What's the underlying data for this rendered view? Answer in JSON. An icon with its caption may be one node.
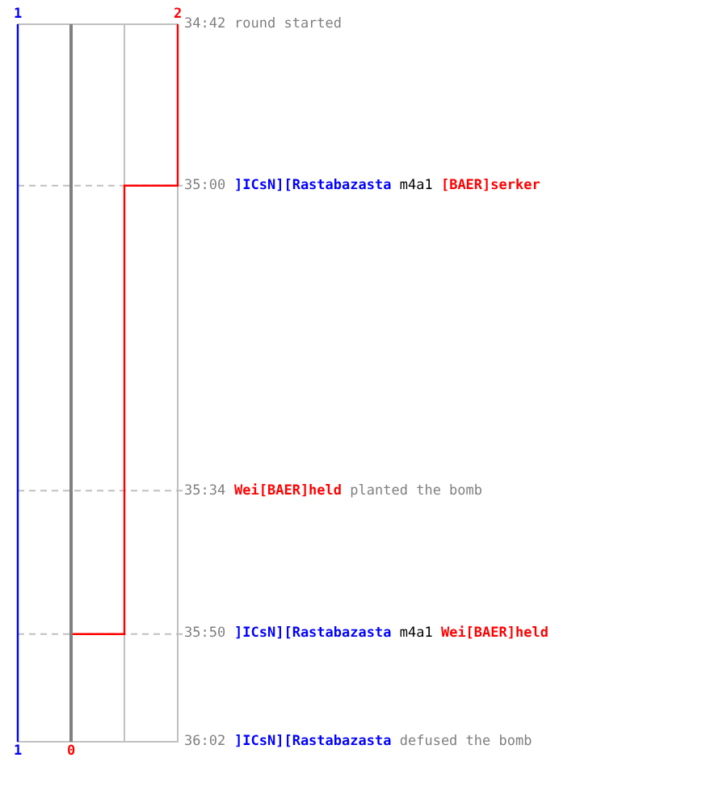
{
  "diagram": {
    "chart_data": {
      "type": "line",
      "orientation": "horizontal",
      "grid": true,
      "x": [
        2082,
        2100,
        2100,
        2134,
        2150,
        2150,
        2162
      ],
      "ylim": [
        2162,
        2082
      ],
      "yticks": [
        {
          "value": 2082,
          "label": "34:42"
        },
        {
          "value": 2100,
          "label": "35:00"
        },
        {
          "value": 2134,
          "label": "35:34"
        },
        {
          "value": 2150,
          "label": "35:50"
        },
        {
          "value": 2162,
          "label": "36:02"
        }
      ],
      "xlim": [
        -1,
        2
      ],
      "xticks": [
        {
          "value": -1,
          "label": "1"
        },
        {
          "value": 0,
          "label": "0"
        }
      ],
      "ref_lines": [
        {
          "axis": "x",
          "value": 1
        }
      ],
      "series": [
        {
          "color": "#0000ff",
          "values": [
            -1,
            -1,
            -1,
            -1,
            -1,
            -1,
            -1
          ]
        },
        {
          "color": "#ff0000",
          "values": [
            2,
            2,
            1,
            1,
            1,
            0,
            0
          ]
        }
      ],
      "annotations": [
        {
          "x": -1,
          "y": 2082,
          "text": "1"
        },
        {
          "x": 2,
          "y": 2082,
          "text": "2"
        },
        "round started",
        "**]ICsN][Rastabazasta** m4a1 **[BAER]serker**",
        "**Wei[BAER]held** planted the bomb",
        "**]ICsN][Rastabazasta** m4a1 **Wei[BAER]held**",
        "**]ICsN][Rastabazasta** defused the bomb"
      ]
    }
  }
}
